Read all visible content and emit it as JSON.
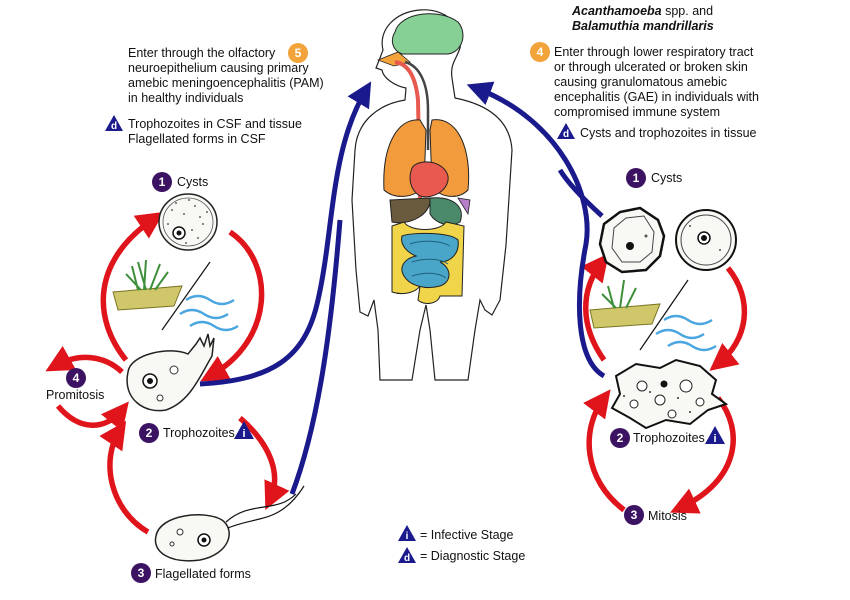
{
  "colors": {
    "cycle_arrow": "#e0141b",
    "route_arrow": "#1a1a8c",
    "stage_circle": "#3c1362",
    "route_circle": "#f2a33a",
    "brain": "#86cf95",
    "lungs": "#f29b3d",
    "heart": "#e85a4f",
    "intestine": "#4aa6c9",
    "colon": "#f0d44a"
  },
  "left": {
    "route_number": "5",
    "route_text": [
      "Enter through the olfactory",
      "neuroepithelium causing primary",
      "amebic meningoencephalitis (PAM)",
      "in healthy individuals"
    ],
    "diag_letter": "d",
    "diag_text": [
      "Trophozoites in CSF and tissue",
      "Flagellated forms in CSF"
    ],
    "stage1_num": "1",
    "stage1_label": "Cysts",
    "stage2_num": "2",
    "stage2_label": "Trophozoites",
    "stage3_num": "3",
    "stage3_label": "Flagellated forms",
    "stage4_num": "4",
    "stage4_label": "Promitosis",
    "infective_letter": "i"
  },
  "right": {
    "species_1": "Acanthamoeba",
    "species_1_suffix": "spp. and",
    "species_2": "Balamuthia mandrillaris",
    "route_number": "4",
    "route_text": [
      "Enter through lower respiratory tract",
      "or through ulcerated or broken skin",
      "causing granulomatous amebic",
      "encephalitis (GAE) in individuals with",
      "compromised immune system"
    ],
    "diag_letter": "d",
    "diag_text": "Cysts and trophozoites in tissue",
    "stage1_num": "1",
    "stage1_label": "Cysts",
    "stage2_num": "2",
    "stage2_label": "Trophozoites",
    "stage3_num": "3",
    "stage3_label": "Mitosis",
    "infective_letter": "i"
  },
  "legend": {
    "infective_letter": "i",
    "infective_text": "= Infective Stage",
    "diagnostic_letter": "d",
    "diagnostic_text": "= Diagnostic Stage"
  }
}
